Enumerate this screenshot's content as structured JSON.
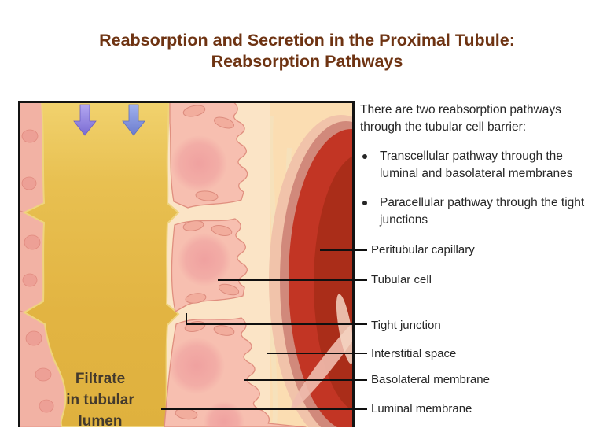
{
  "slide": {
    "title_line1": "Reabsorption and Secretion in the Proximal Tubule:",
    "title_line2": "Reabsorption Pathways"
  },
  "info_panel": {
    "intro": "There are two reabsorption pathways through the tubular cell barrier:",
    "bullets": [
      {
        "text": "Transcellular pathway through the luminal and basolateral membranes"
      },
      {
        "text": "Paracellular pathway through the tight junctions"
      }
    ]
  },
  "diagram": {
    "filtrate_label": "Filtrate\nin tubular\nlumen",
    "callouts": [
      {
        "text": "Peritubular capillary"
      },
      {
        "text": "Tubular cell"
      },
      {
        "text": "Tight junction"
      },
      {
        "text": "Interstitial space"
      },
      {
        "text": "Basolateral membrane"
      },
      {
        "text": "Luminal membrane"
      }
    ]
  },
  "colors": {
    "title_brown": "#6E3312",
    "body_text": "#262626",
    "leader_line": "#101010",
    "filtrate_text": "#443A2D",
    "lumen_gold": "#E3B744",
    "strip_pink": "#F2B2A4",
    "cell_pink": "#F7BFB0",
    "interstitial_peach": "#FBDDB2",
    "lateral_space_cream": "#FBE4C6",
    "capillary_red": "#C23524",
    "capillary_dark_red": "#A72C18",
    "capillary_wall_mauve": "#D1897B",
    "arrow_purple": "#8F7EE0",
    "arrow_blue": "#7B8CD8"
  }
}
